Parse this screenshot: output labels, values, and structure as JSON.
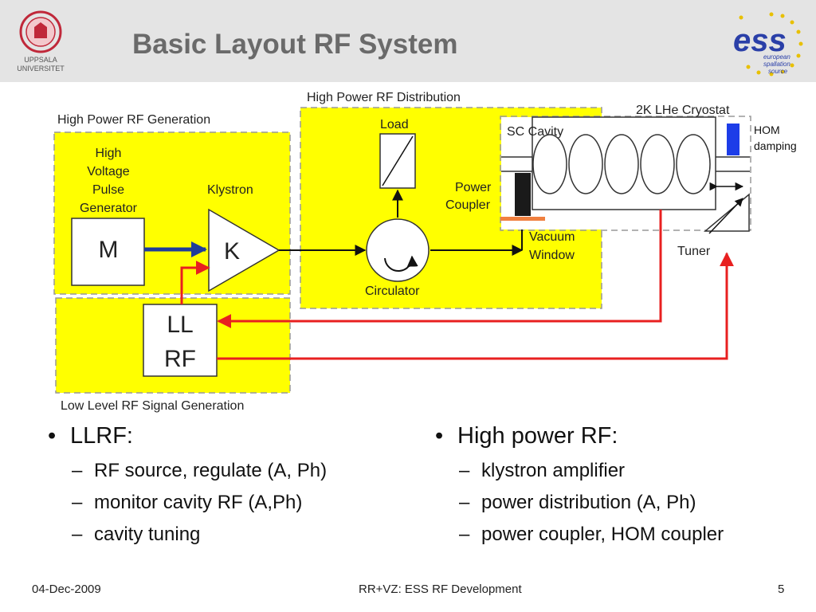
{
  "header": {
    "title": "Basic Layout RF System",
    "uu_logo": {
      "line1": "UPPSALA",
      "line2": "UNIVERSITET"
    },
    "ess_logo": {
      "mark": "ess",
      "line1": "european",
      "line2": "spallation",
      "line3": "source"
    }
  },
  "diagram": {
    "regions": {
      "generation": "High Power RF Generation",
      "distribution": "High Power RF Distribution",
      "cryostat": "2K LHe Cryostat",
      "llrf_region": "Low Level RF Signal Generation"
    },
    "labels": {
      "hvpg": [
        "High",
        "Voltage",
        "Pulse",
        "Generator"
      ],
      "klystron": "Klystron",
      "modulator": "M",
      "klystron_symbol": "K",
      "load": "Load",
      "circulator": "Circulator",
      "power_coupler": [
        "Power",
        "Coupler"
      ],
      "vacuum_window": [
        "Vacuum",
        "Window"
      ],
      "sc_cavity": "SC Cavity",
      "hom_damping": [
        "HOM",
        "damping"
      ],
      "tuner": "Tuner",
      "llrf": [
        "LL",
        "RF"
      ]
    },
    "colors": {
      "region_fill": "#ffff00",
      "llrf_signal": "#e82020",
      "hv_arrow": "#1f3c9a",
      "hom": "#1d3de8",
      "coupler_flange": "#f08040"
    }
  },
  "bullets": {
    "left": {
      "heading": "LLRF:",
      "items": [
        "RF source, regulate (A, Ph)",
        "monitor cavity RF (A,Ph)",
        "cavity tuning"
      ]
    },
    "right": {
      "heading": "High power RF:",
      "items": [
        "klystron amplifier",
        "power distribution (A, Ph)",
        "power coupler, HOM coupler"
      ]
    }
  },
  "footer": {
    "date": "04-Dec-2009",
    "center": "RR+VZ: ESS RF Development",
    "page": "5"
  }
}
